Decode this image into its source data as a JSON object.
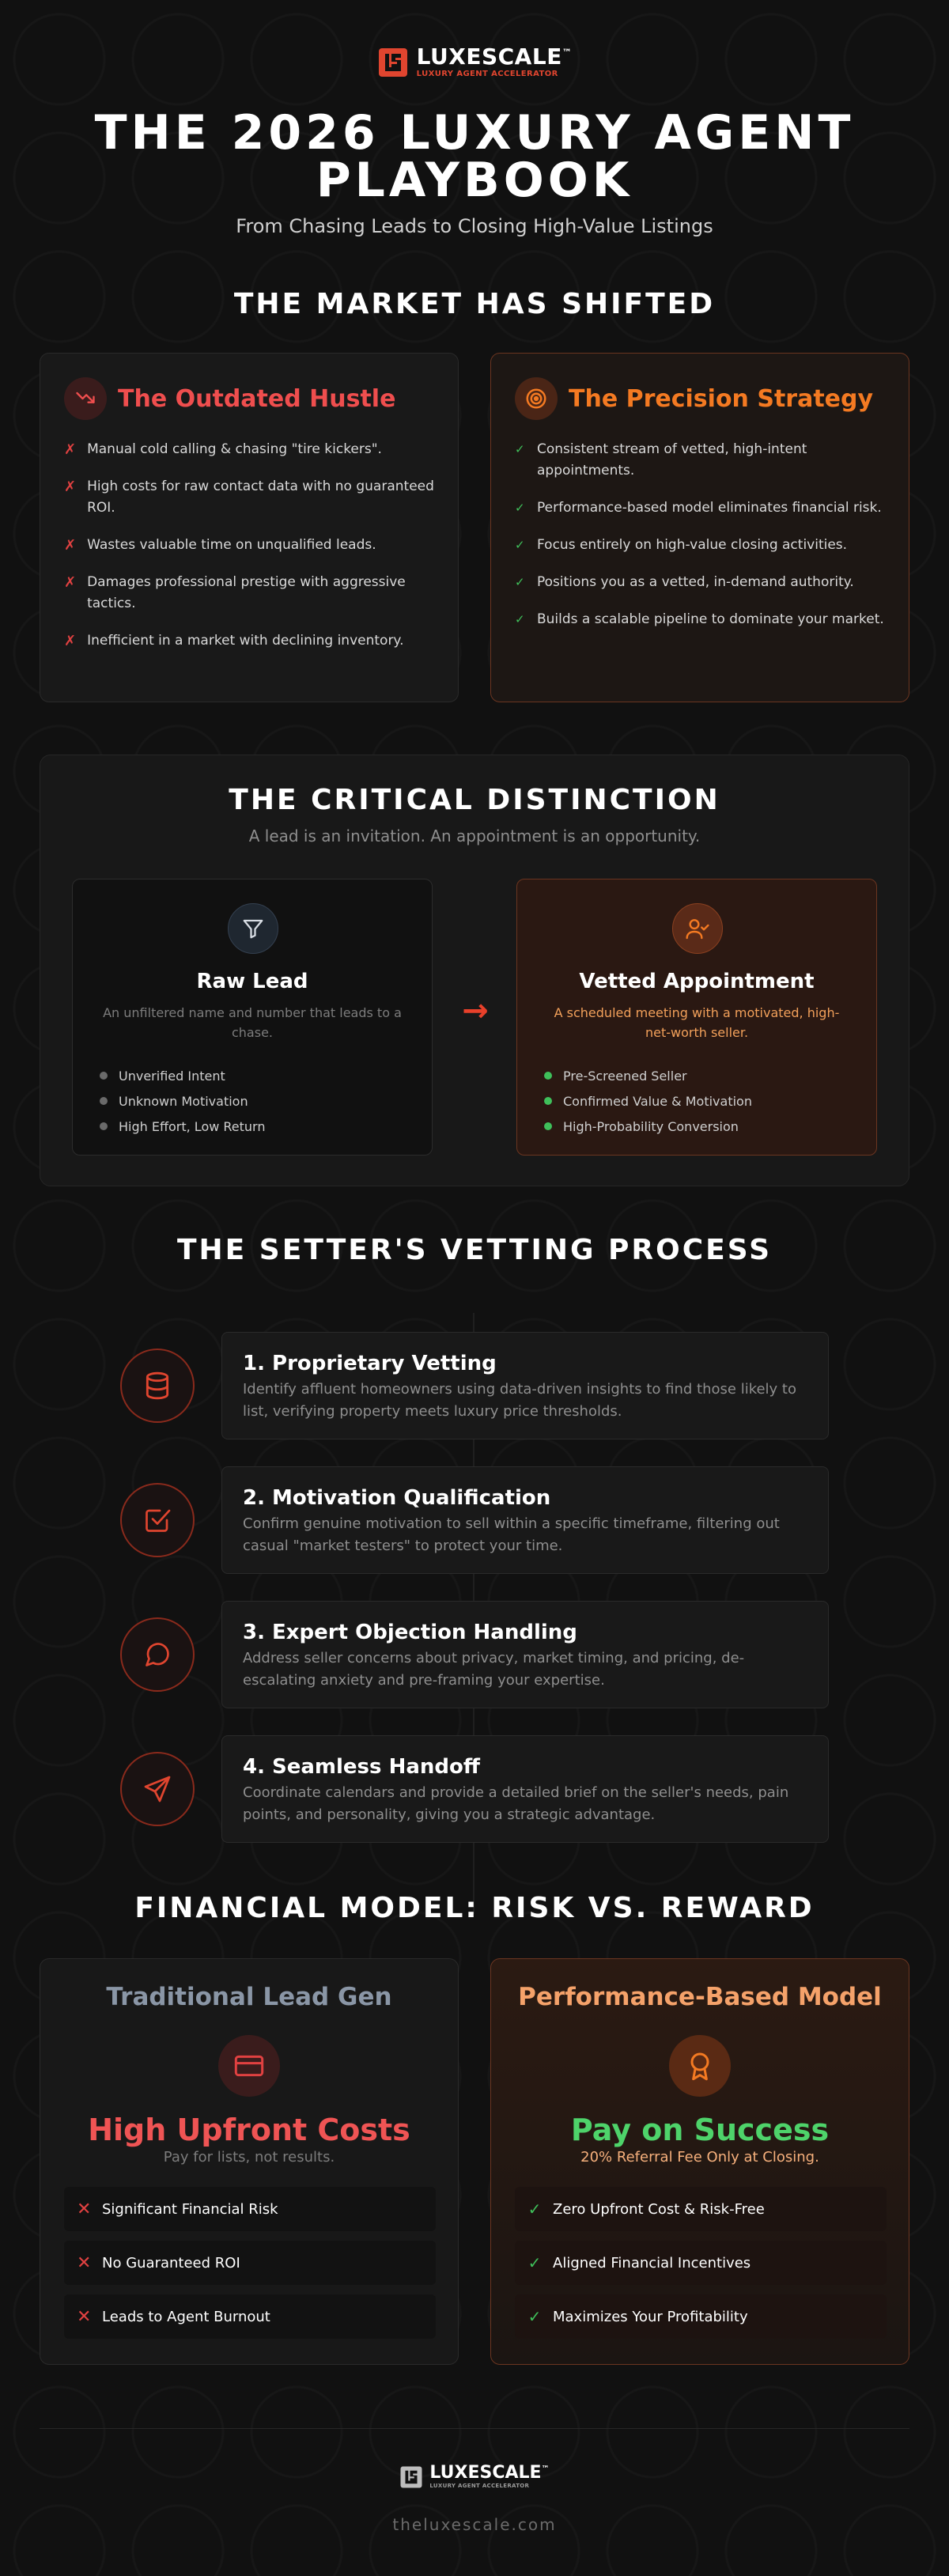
{
  "brand": {
    "name": "LUXESCALE",
    "trademark": "™",
    "tagline": "LUXURY AGENT ACCELERATOR",
    "accent": "#e0452f"
  },
  "hero": {
    "title": "THE 2026 LUXURY AGENT PLAYBOOK",
    "subtitle": "From Chasing Leads to Closing High-Value Listings"
  },
  "market": {
    "heading": "THE MARKET HAS SHIFTED",
    "outdated": {
      "title": "The Outdated Hustle",
      "icon": "trending-down-icon",
      "items": [
        "Manual cold calling & chasing \"tire kickers\".",
        "High costs for raw contact data with no guaranteed ROI.",
        "Wastes valuable time on unqualified leads.",
        "Damages professional prestige with aggressive tactics.",
        "Inefficient in a market with declining inventory."
      ]
    },
    "precision": {
      "title": "The Precision Strategy",
      "icon": "target-icon",
      "items": [
        "Consistent stream of vetted, high-intent appointments.",
        "Performance-based model eliminates financial risk.",
        "Focus entirely on high-value closing activities.",
        "Positions you as a vetted, in-demand authority.",
        "Builds a scalable pipeline to dominate your market."
      ]
    },
    "mark_x": "✗",
    "mark_check": "✓"
  },
  "distinction": {
    "heading": "THE CRITICAL DISTINCTION",
    "subtitle": "A lead is an invitation. An appointment is an opportunity.",
    "arrow": "→",
    "raw": {
      "title": "Raw Lead",
      "icon": "funnel-icon",
      "description": "An unfiltered name and number that leads to a chase.",
      "items": [
        "Unverified Intent",
        "Unknown Motivation",
        "High Effort, Low Return"
      ]
    },
    "vetted": {
      "title": "Vetted Appointment",
      "icon": "user-check-icon",
      "description": "A scheduled meeting with a motivated, high-net-worth seller.",
      "items": [
        "Pre-Screened Seller",
        "Confirmed Value & Motivation",
        "High-Probability Conversion"
      ]
    }
  },
  "process": {
    "heading": "THE SETTER'S VETTING PROCESS",
    "steps": [
      {
        "title": "1. Proprietary Vetting",
        "icon": "database-icon",
        "description": "Identify affluent homeowners using data-driven insights to find those likely to list, verifying property meets luxury price thresholds."
      },
      {
        "title": "2. Motivation Qualification",
        "icon": "checkbox-icon",
        "description": "Confirm genuine motivation to sell within a specific timeframe, filtering out casual \"market testers\" to protect your time."
      },
      {
        "title": "3. Expert Objection Handling",
        "icon": "chat-bubble-icon",
        "description": "Address seller concerns about privacy, market timing, and pricing, de-escalating anxiety and pre-framing your expertise."
      },
      {
        "title": "4. Seamless Handoff",
        "icon": "send-icon",
        "description": "Coordinate calendars and provide a detailed brief on the seller's needs, pain points, and personality, giving you a strategic advantage."
      }
    ]
  },
  "financial": {
    "heading": "FINANCIAL MODEL: RISK VS. REWARD",
    "traditional": {
      "title": "Traditional Lead Gen",
      "icon": "credit-card-icon",
      "headline": "High Upfront Costs",
      "subline": "Pay for lists, not results.",
      "items": [
        "Significant Financial Risk",
        "No Guaranteed ROI",
        "Leads to Agent Burnout"
      ]
    },
    "performance": {
      "title": "Performance-Based Model",
      "icon": "award-icon",
      "headline": "Pay on Success",
      "subline": "20% Referral Fee Only at Closing.",
      "items": [
        "Zero Upfront Cost & Risk-Free",
        "Aligned Financial Incentives",
        "Maximizes Your Profitability"
      ]
    },
    "mark_x": "✕",
    "mark_check": "✓"
  },
  "footer": {
    "name": "LUXESCALE",
    "trademark": "™",
    "tagline": "LUXURY AGENT ACCELERATOR",
    "url": "theluxescale.com"
  }
}
